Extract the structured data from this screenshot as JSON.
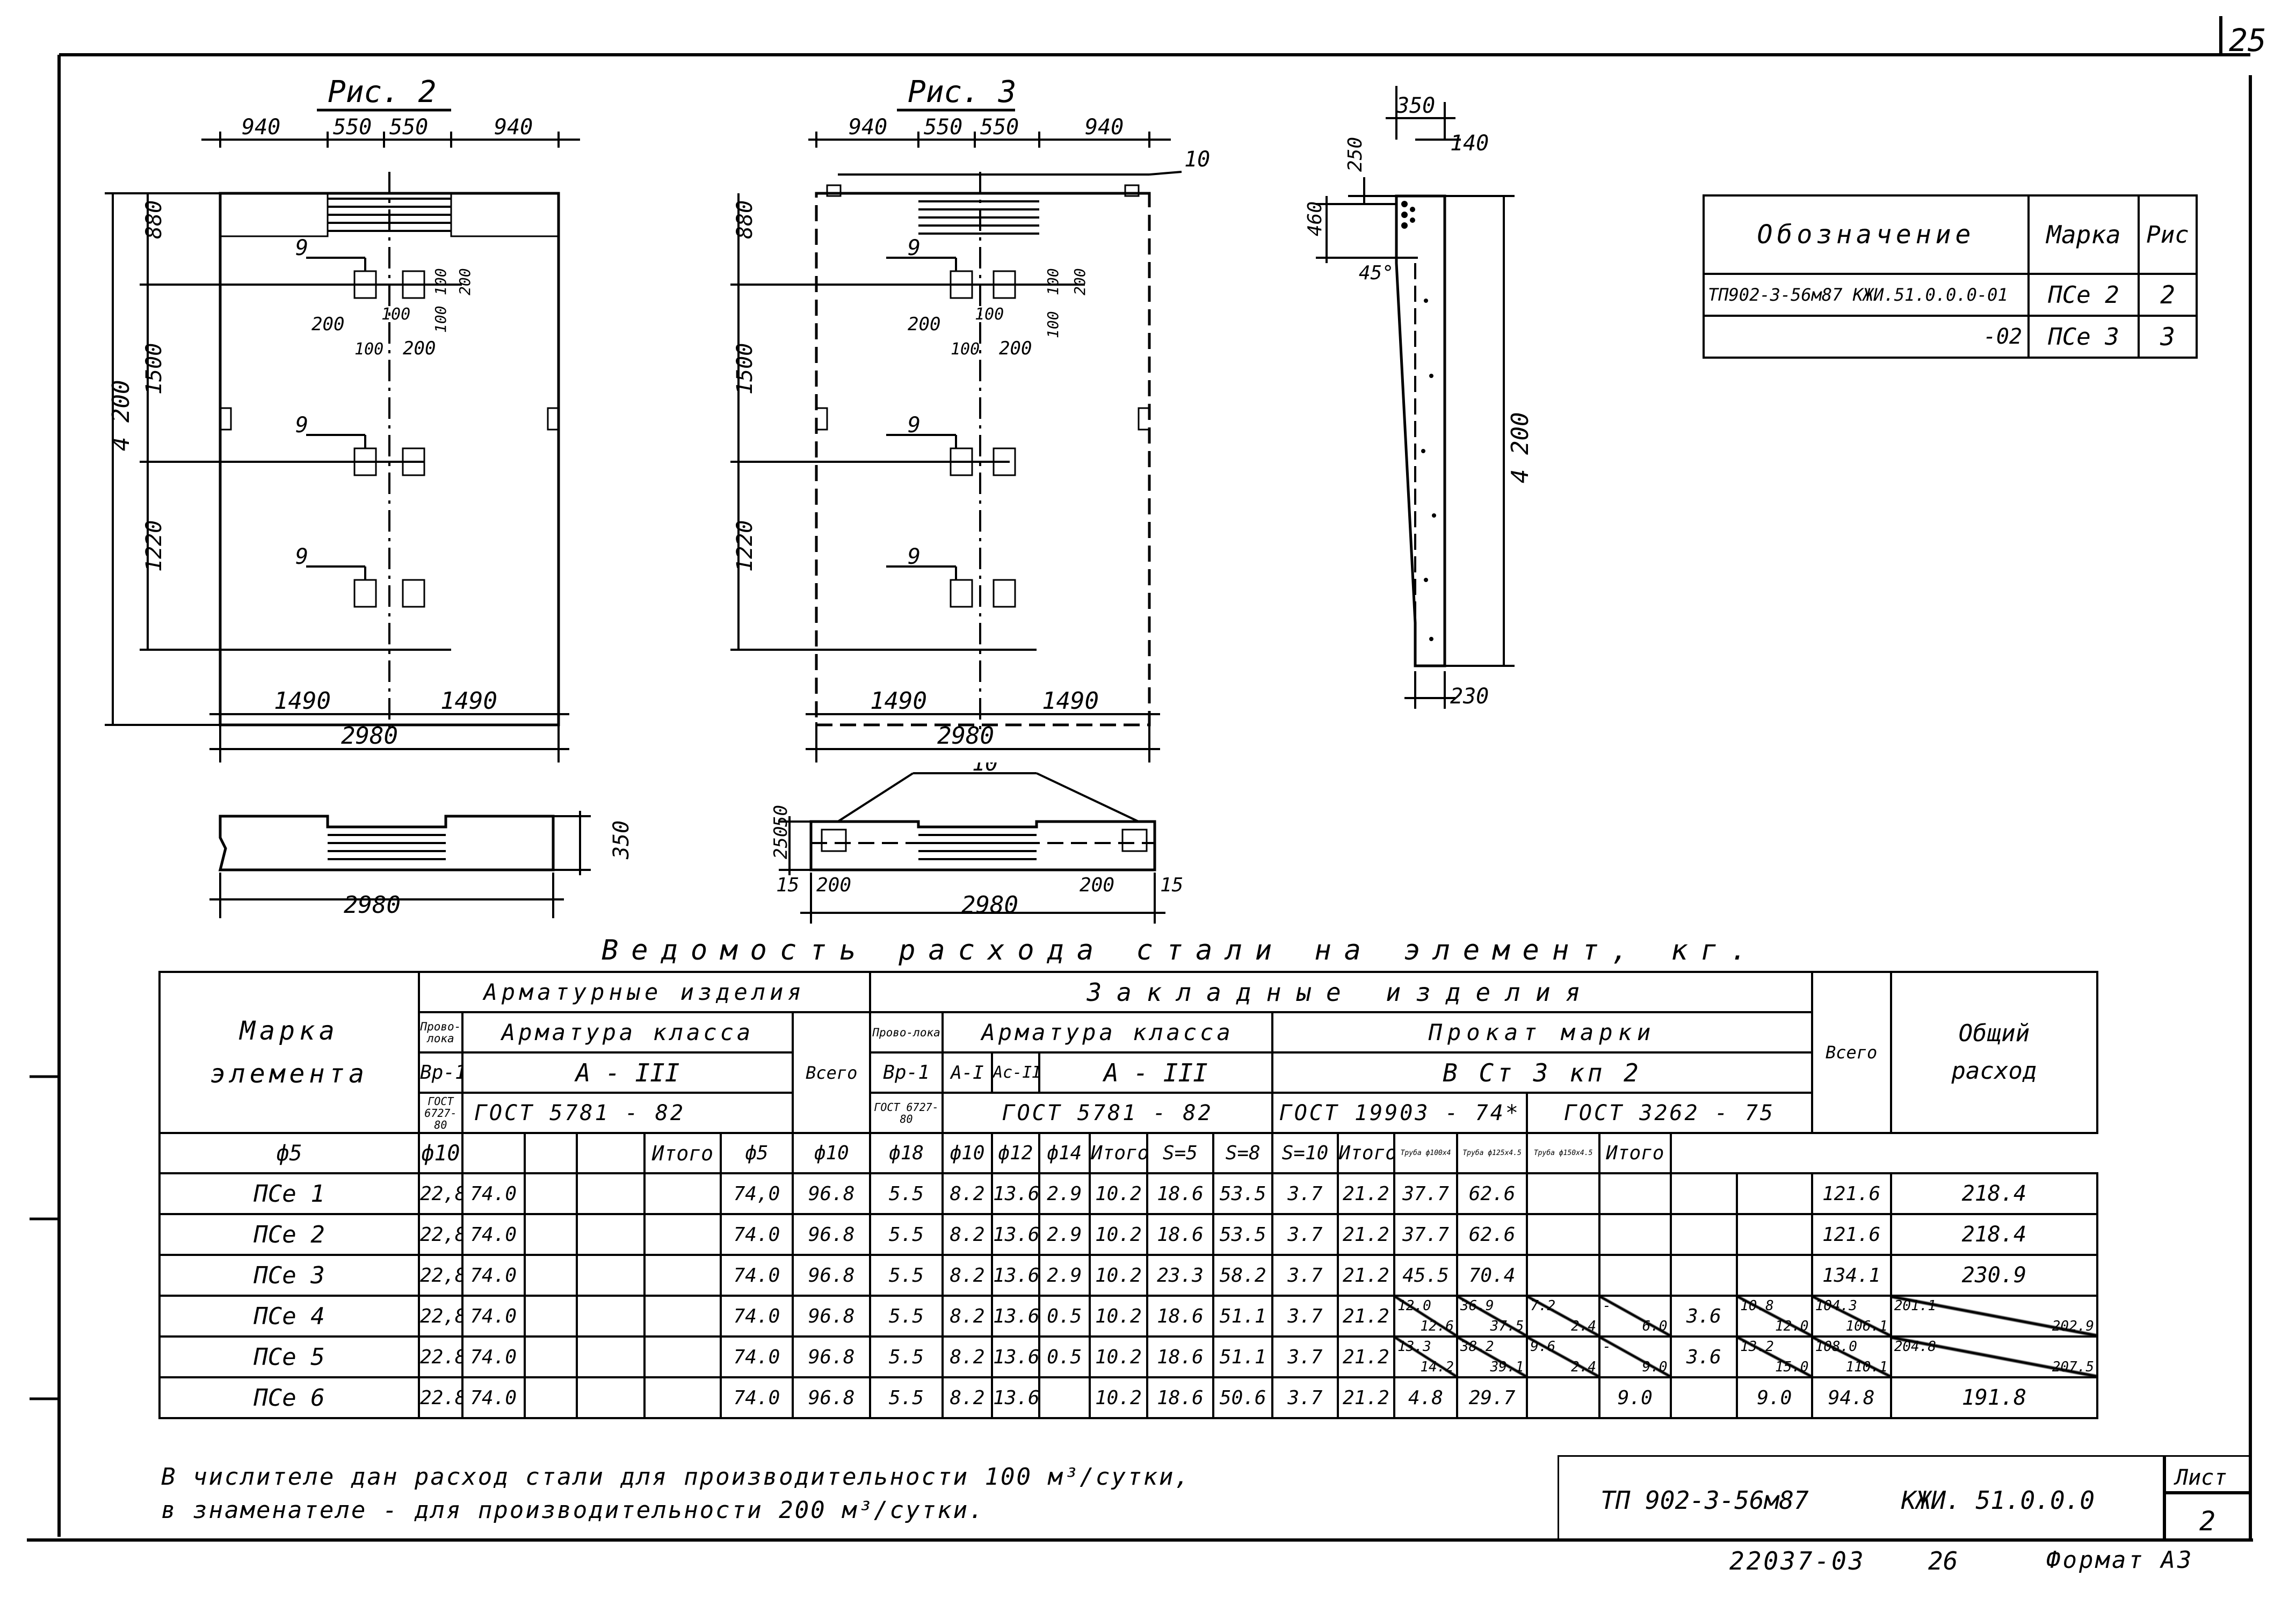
{
  "sheet_corner": "25",
  "fig2": {
    "title": "Рис. 2",
    "dims_top": [
      "940",
      "550",
      "550",
      "940"
    ],
    "dims_left": [
      "880",
      "1500",
      "1220"
    ],
    "overall_height": "4 200",
    "dims_bottom": [
      "1490",
      "1490"
    ],
    "overall_width": "2980",
    "callout": "9",
    "det_a": "200",
    "det_b": "100",
    "det_c": "100",
    "det_d": "200",
    "det_e": "100",
    "det_f": "200",
    "det_g": "100"
  },
  "fig3": {
    "title": "Рис. 3",
    "dims_top": [
      "940",
      "550",
      "550",
      "940"
    ],
    "dims_left": [
      "880",
      "1500",
      "1220"
    ],
    "dims_bottom": [
      "1490",
      "1490"
    ],
    "overall_width": "2980",
    "callout": "9",
    "callout_10": "10",
    "det_a": "200",
    "det_b": "100",
    "det_c": "100",
    "det_d": "200",
    "det_e": "100",
    "det_f": "200",
    "det_g": "100"
  },
  "section": {
    "top": "350",
    "inner": "140",
    "a": "250",
    "b": "460",
    "angle": "45°",
    "height": "4 200",
    "bottom": "230"
  },
  "elev2": {
    "thickness": "350",
    "width": "2980"
  },
  "elev3": {
    "callout": "10",
    "a": "250",
    "b": "50",
    "c": "15",
    "d": "200",
    "e": "200",
    "f": "15",
    "width": "2980"
  },
  "designation_table": {
    "headers": [
      "Обозначение",
      "Марка",
      "Рис"
    ],
    "rows": [
      {
        "code": "ТП902-3-56м87  КЖИ.51.0.0.0-01",
        "mark": "ПСе 2",
        "fig": "2"
      },
      {
        "code": "-02",
        "mark": "ПСе 3",
        "fig": "3"
      }
    ]
  },
  "steel_table": {
    "title": "Ведомость расхода стали на элемент, кг.",
    "h_mark": [
      "Марка",
      "элемента"
    ],
    "h_arm_items": "Арматурные изделия",
    "h_embedded": "Закладные изделия",
    "h_total_consumption": [
      "Общий",
      "расход"
    ],
    "h_wire": "Прово-лока",
    "h_arm_class": "Арматура класса",
    "h_rolled": "Прокат марки",
    "h_bp1": "Вр-1",
    "h_a3": "А - III",
    "h_ai": "А-I",
    "h_aii": "Ас-II",
    "h_vst": "В Ст 3  кп 2",
    "h_vsego": "Всего",
    "h_gost6727": "ГОСТ 6727-80",
    "h_gost5781": "ГОСТ 5781 - 82",
    "h_gost19903": "ГОСТ 19903 - 74*",
    "h_gost3262": "ГОСТ 3262 - 75",
    "cols_arm": [
      "ф5",
      "ф10",
      "",
      "",
      "",
      "Итого"
    ],
    "cols_emb": [
      "ф5",
      "ф10",
      "ф18",
      "ф10",
      "ф12",
      "ф14",
      "Итого",
      "S=5",
      "S=8",
      "S=10",
      "Итого",
      "Труба ф100х4",
      "Труба ф125х4.5",
      "Труба ф150х4.5",
      "Итого"
    ],
    "rows": [
      {
        "mark": "ПСе 1",
        "c": [
          "22,8",
          "74.0",
          "",
          "",
          "",
          "74,0",
          "96.8",
          "5.5",
          "8.2",
          "13.6",
          "2.9",
          "10.2",
          "18.6",
          "53.5",
          "3.7",
          "21.2",
          "37.7",
          "62.6",
          "",
          "",
          "",
          "",
          "121.6",
          "218.4"
        ]
      },
      {
        "mark": "ПСе 2",
        "c": [
          "22,8",
          "74.0",
          "",
          "",
          "",
          "74.0",
          "96.8",
          "5.5",
          "8.2",
          "13.6",
          "2.9",
          "10.2",
          "18.6",
          "53.5",
          "3.7",
          "21.2",
          "37.7",
          "62.6",
          "",
          "",
          "",
          "",
          "121.6",
          "218.4"
        ]
      },
      {
        "mark": "ПСе 3",
        "c": [
          "22,8",
          "74.0",
          "",
          "",
          "",
          "74.0",
          "96.8",
          "5.5",
          "8.2",
          "13.6",
          "2.9",
          "10.2",
          "23.3",
          "58.2",
          "3.7",
          "21.2",
          "45.5",
          "70.4",
          "",
          "",
          "",
          "",
          "134.1",
          "230.9"
        ]
      },
      {
        "mark": "ПСе 4",
        "c": [
          "22,8",
          "74.0",
          "",
          "",
          "",
          "74.0",
          "96.8",
          "5.5",
          "8.2",
          "13.6",
          "0.5",
          "10.2",
          "18.6",
          "51.1",
          "3.7",
          "21.2",
          "12.0/12.6",
          "36.9/37.5",
          "7.2/2.4",
          "-/6.0",
          "3.6",
          "10.8/12.0",
          "104.3/106.1",
          "201.1/202.9"
        ]
      },
      {
        "mark": "ПСе 5",
        "c": [
          "22.8",
          "74.0",
          "",
          "",
          "",
          "74.0",
          "96.8",
          "5.5",
          "8.2",
          "13.6",
          "0.5",
          "10.2",
          "18.6",
          "51.1",
          "3.7",
          "21.2",
          "13.3/14.2",
          "38.2/39.1",
          "9.6/2.4",
          "-/9.0",
          "3.6",
          "13.2/15.0",
          "108.0/110.1",
          "204.8/207.5"
        ]
      },
      {
        "mark": "ПСе 6",
        "c": [
          "22.8",
          "74.0",
          "",
          "",
          "",
          "74.0",
          "96.8",
          "5.5",
          "8.2",
          "13.6",
          "",
          "10.2",
          "18.6",
          "50.6",
          "3.7",
          "21.2",
          "4.8",
          "29.7",
          "",
          "9.0",
          "",
          "9.0",
          "94.8",
          "191.8"
        ]
      }
    ]
  },
  "footnote": [
    "В числителе дан расход стали для производительности 100 м³/сутки,",
    "в знаменателе - для производительности 200 м³/сутки."
  ],
  "title_block": {
    "code": "ТП 902-3-56м87",
    "doc": "КЖИ. 51.0.0.0",
    "sheet_label": "Лист",
    "sheet_no": "2"
  },
  "bottom": {
    "inv": "22037-03",
    "page": "26",
    "format": "Формат А3"
  }
}
